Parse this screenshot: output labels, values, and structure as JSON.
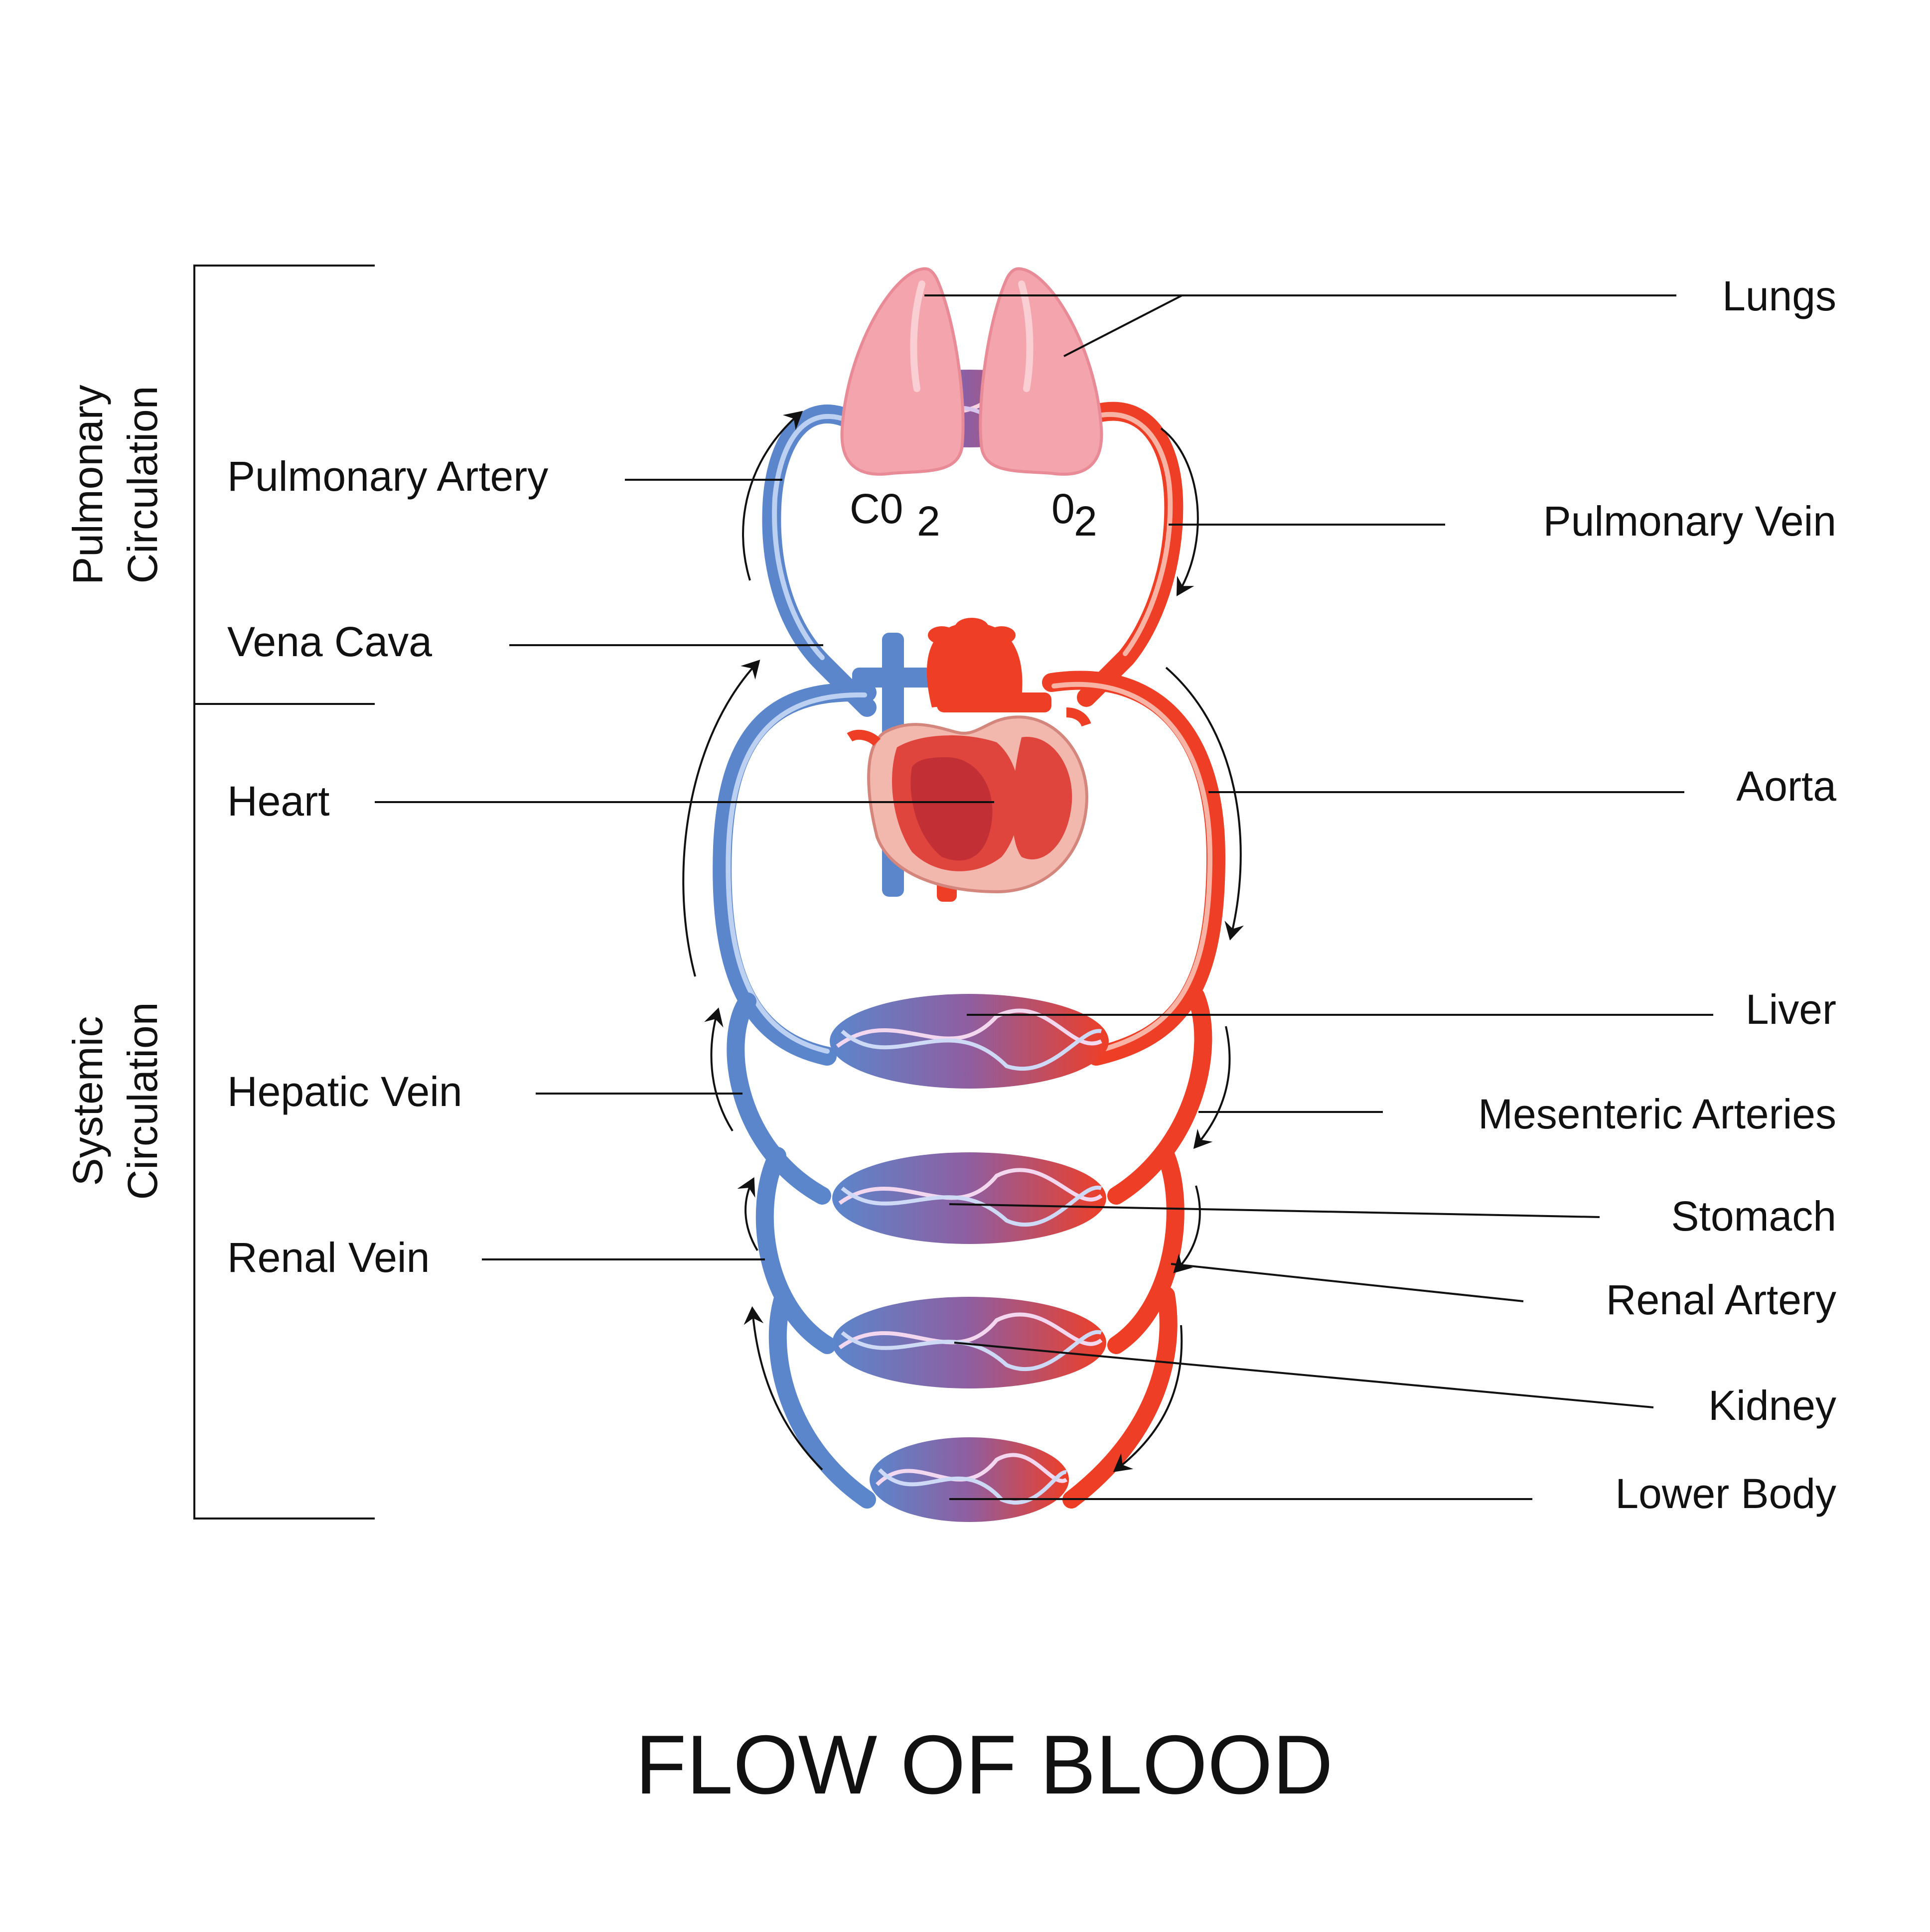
{
  "title": "FLOW OF BLOOD",
  "sections": {
    "pulmonary": [
      "Pulmonary",
      "Circulation"
    ],
    "systemic": [
      "Systemic",
      "Circulation"
    ]
  },
  "labels": {
    "lungs": "Lungs",
    "pulmonary_artery": "Pulmonary Artery",
    "pulmonary_vein": "Pulmonary Vein",
    "vena_cava": "Vena Cava",
    "heart": "Heart",
    "aorta": "Aorta",
    "liver": "Liver",
    "hepatic_vein": "Hepatic Vein",
    "mesenteric_arteries": "Mesenteric Arteries",
    "stomach": "Stomach",
    "renal_vein": "Renal Vein",
    "renal_artery": "Renal Artery",
    "kidney": "Kidney",
    "lower_body": "Lower Body"
  },
  "gas": {
    "co2_base": "C0",
    "co2_sub": "2",
    "o2_base": "0",
    "o2_sub": "2"
  },
  "colors": {
    "vein": "#5b86cc",
    "vein_highlight": "#bcd0f2",
    "artery": "#ef3e26",
    "artery_highlight": "#f9b3a4",
    "lung": "#f3a4ad",
    "lung_shade": "#e98b96",
    "heart": "#e0453d",
    "heart_inner": "#c22f35",
    "heart_wall": "#f3b8ad",
    "text": "#111111",
    "line": "#111111"
  }
}
